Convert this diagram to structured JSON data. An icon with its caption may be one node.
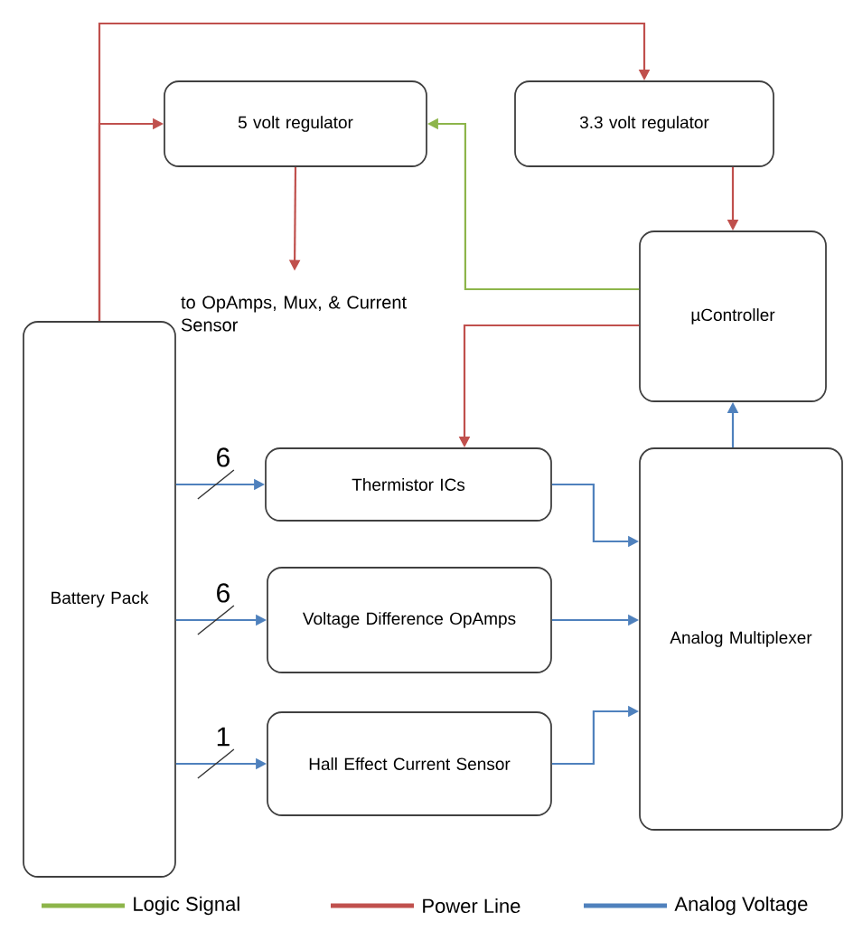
{
  "diagram": {
    "nodes": [
      {
        "text": [
          "Battery Pack"
        ]
      },
      {
        "text": [
          "5 volt regulator"
        ]
      },
      {
        "text": [
          "3.3 volt regulator"
        ]
      },
      {
        "text": [
          "to OpAmps, Mux, & Current Sensor"
        ]
      },
      {
        "text": [
          "µController"
        ]
      },
      {
        "text": [
          "Thermistor ICs"
        ]
      },
      {
        "text": [
          "Voltage Difference OpAmps"
        ]
      },
      {
        "text": [
          "Hall Effect Current Sensor"
        ]
      },
      {
        "text": [
          "Analog Multiplexer"
        ]
      }
    ],
    "edges": [
      {
        "from": 0,
        "to": 2,
        "arrow": "to",
        "color": "#c0504d"
      },
      {
        "from": 0,
        "to": 1,
        "arrow": "to",
        "color": "#c0504d"
      },
      {
        "from": 1,
        "to": 3,
        "arrow": "to",
        "color": "#c0504d"
      },
      {
        "from": 2,
        "to": 4,
        "arrow": "to",
        "color": "#c0504d"
      },
      {
        "from": 4,
        "to": 1,
        "arrow": "to",
        "color": "#8db54a"
      },
      {
        "from": 4,
        "to": 5,
        "arrow": "to",
        "color": "#c0504d"
      },
      {
        "from": 0,
        "to": 5,
        "arrow": "to",
        "label": "6"
      },
      {
        "from": 0,
        "to": 6,
        "arrow": "to",
        "label": "6"
      },
      {
        "from": 0,
        "to": 7,
        "arrow": "to",
        "label": "1"
      },
      {
        "from": 5,
        "to": 8,
        "arrow": "to"
      },
      {
        "from": 6,
        "to": 8,
        "arrow": "to"
      },
      {
        "from": 7,
        "to": 8,
        "arrow": "to"
      },
      {
        "from": 8,
        "to": 4,
        "arrow": "to"
      }
    ],
    "legend": [
      {
        "text": "Logic Signal",
        "color": "#8db54a"
      },
      {
        "text": "Power Line",
        "color": "#c0504d"
      },
      {
        "text": "Analog Voltage",
        "color": "#4f81bd"
      }
    ]
  }
}
